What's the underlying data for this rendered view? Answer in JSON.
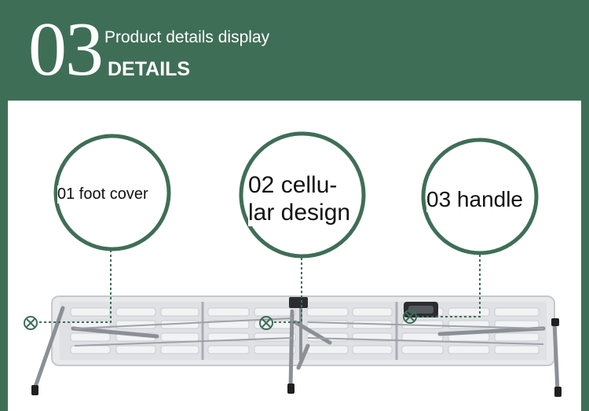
{
  "header": {
    "section_number": "03",
    "subtitle": "Product details display",
    "title": "DETAILS"
  },
  "callouts": [
    {
      "label": "01 foot cover",
      "icon": "close-circle-icon"
    },
    {
      "label_line1": "02 cellu-",
      "label_line2": "lar design",
      "icon": "close-circle-icon"
    },
    {
      "label": "03 handle",
      "icon": "close-circle-icon"
    }
  ],
  "colors": {
    "brand_green": "#3f6e57",
    "panel": "#ffffff",
    "table_top": "#e9eaec",
    "frame": "#8c9096"
  }
}
